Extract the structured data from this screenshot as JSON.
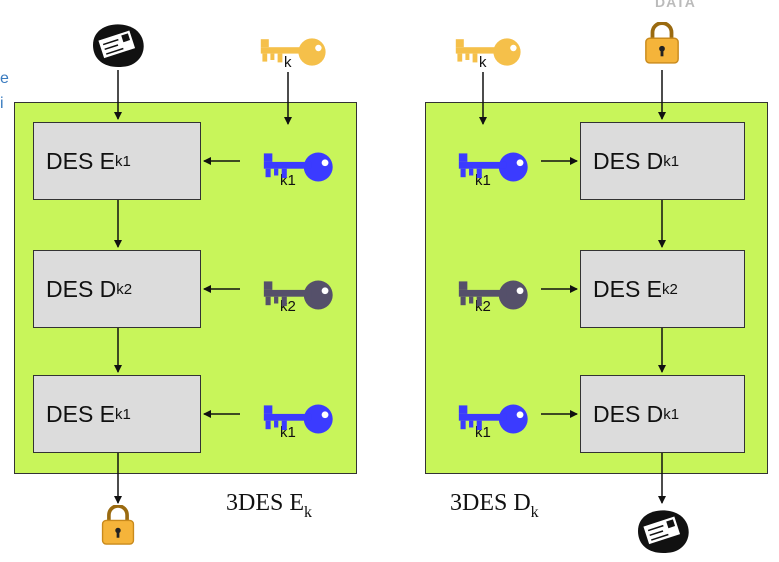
{
  "left_panel": {
    "caption": {
      "main": "3DES E",
      "sub": "k"
    },
    "stages": [
      {
        "main": "DES E",
        "sub": "k1",
        "key_label": "k1"
      },
      {
        "main": "DES D",
        "sub": "k2",
        "key_label": "k2"
      },
      {
        "main": "DES E",
        "sub": "k1",
        "key_label": "k1"
      }
    ],
    "input_key_label": "k"
  },
  "right_panel": {
    "caption": {
      "main": "3DES D",
      "sub": "k"
    },
    "stages": [
      {
        "main": "DES D",
        "sub": "k1",
        "key_label": "k1"
      },
      {
        "main": "DES E",
        "sub": "k2",
        "key_label": "k2"
      },
      {
        "main": "DES D",
        "sub": "k1",
        "key_label": "k1"
      }
    ],
    "input_key_label": "k"
  },
  "edge_text": {
    "line1": "e",
    "line2": "i"
  },
  "corner_logo": "DATA",
  "colors": {
    "panel": "#c8f55a",
    "stage": "#dcdcdc",
    "key_gold": "#f5c04a",
    "key_blue": "#3b3bff",
    "key_gray": "#55506a",
    "lock": "#f5b43a",
    "letter_badge": "#111111"
  },
  "icons": [
    "letter-icon",
    "key-icon",
    "lock-icon"
  ]
}
